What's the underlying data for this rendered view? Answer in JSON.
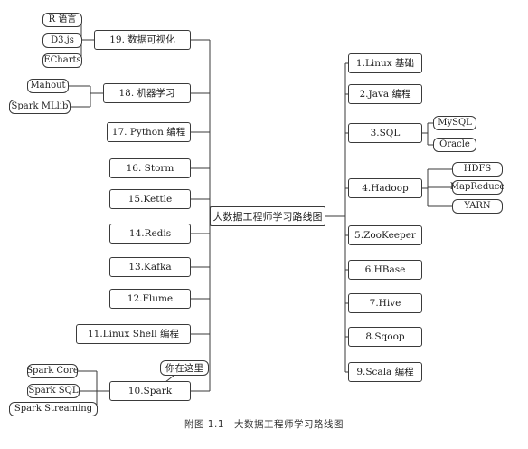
{
  "diagram": {
    "center": "大数据工程师学习路线图",
    "note": "你在这里",
    "caption": "附图 1.1　大数据工程师学习路线图",
    "right": [
      {
        "label": "1.Linux 基础",
        "children": []
      },
      {
        "label": "2.Java 编程",
        "children": []
      },
      {
        "label": "3.SQL",
        "children": [
          "MySQL",
          "Oracle"
        ]
      },
      {
        "label": "4.Hadoop",
        "children": [
          "HDFS",
          "MapReduce",
          "YARN"
        ]
      },
      {
        "label": "5.ZooKeeper",
        "children": []
      },
      {
        "label": "6.HBase",
        "children": []
      },
      {
        "label": "7.Hive",
        "children": []
      },
      {
        "label": "8.Sqoop",
        "children": []
      },
      {
        "label": "9.Scala 编程",
        "children": []
      }
    ],
    "left": [
      {
        "label": "19. 数据可视化",
        "children": [
          "R 语言",
          "D3.js",
          "ECharts"
        ]
      },
      {
        "label": "18. 机器学习",
        "children": [
          "Mahout",
          "Spark MLlib"
        ]
      },
      {
        "label": "17. Python 编程",
        "children": []
      },
      {
        "label": "16. Storm",
        "children": []
      },
      {
        "label": "15.Kettle",
        "children": []
      },
      {
        "label": "14.Redis",
        "children": []
      },
      {
        "label": "13.Kafka",
        "children": []
      },
      {
        "label": "12.Flume",
        "children": []
      },
      {
        "label": "11.Linux Shell 编程",
        "children": []
      },
      {
        "label": "10.Spark",
        "children": [
          "Spark Core",
          "Spark SQL",
          "Spark Streaming"
        ]
      }
    ]
  }
}
